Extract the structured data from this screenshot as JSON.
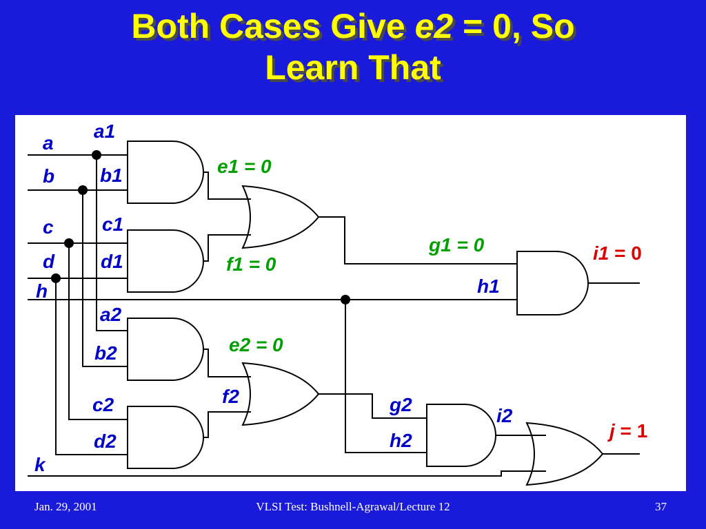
{
  "slide": {
    "title": {
      "part1": "Both Cases Give ",
      "part2_italic": "e2",
      "part3": " = 0, So",
      "line2": "Learn That"
    },
    "footer": {
      "date": "Jan. 29, 2001",
      "course": "VLSI Test: Bushnell-Agrawal/Lecture 12",
      "page": "37"
    }
  },
  "circuit": {
    "inputs": {
      "a": "a",
      "b": "b",
      "c": "c",
      "d": "d",
      "h": "h",
      "k": "k"
    },
    "pins": {
      "a1": "a1",
      "b1": "b1",
      "c1": "c1",
      "d1": "d1",
      "a2": "a2",
      "b2": "b2",
      "c2": "c2",
      "d2": "d2",
      "f2": "f2",
      "g2": "g2",
      "h2": "h2",
      "h1": "h1",
      "i2": "i2"
    },
    "values": {
      "e1": "e1 = 0",
      "f1": "f1 = 0",
      "g1": "g1 = 0",
      "e2": "e2 = 0"
    },
    "outputs": {
      "i1_name": "i1",
      "i1_value": " = 0",
      "j_name": "j",
      "j_value": " = 1"
    },
    "colors": {
      "input_label": "#0000c8",
      "learned_value": "#00a000",
      "output_value": "#dd0000"
    }
  }
}
